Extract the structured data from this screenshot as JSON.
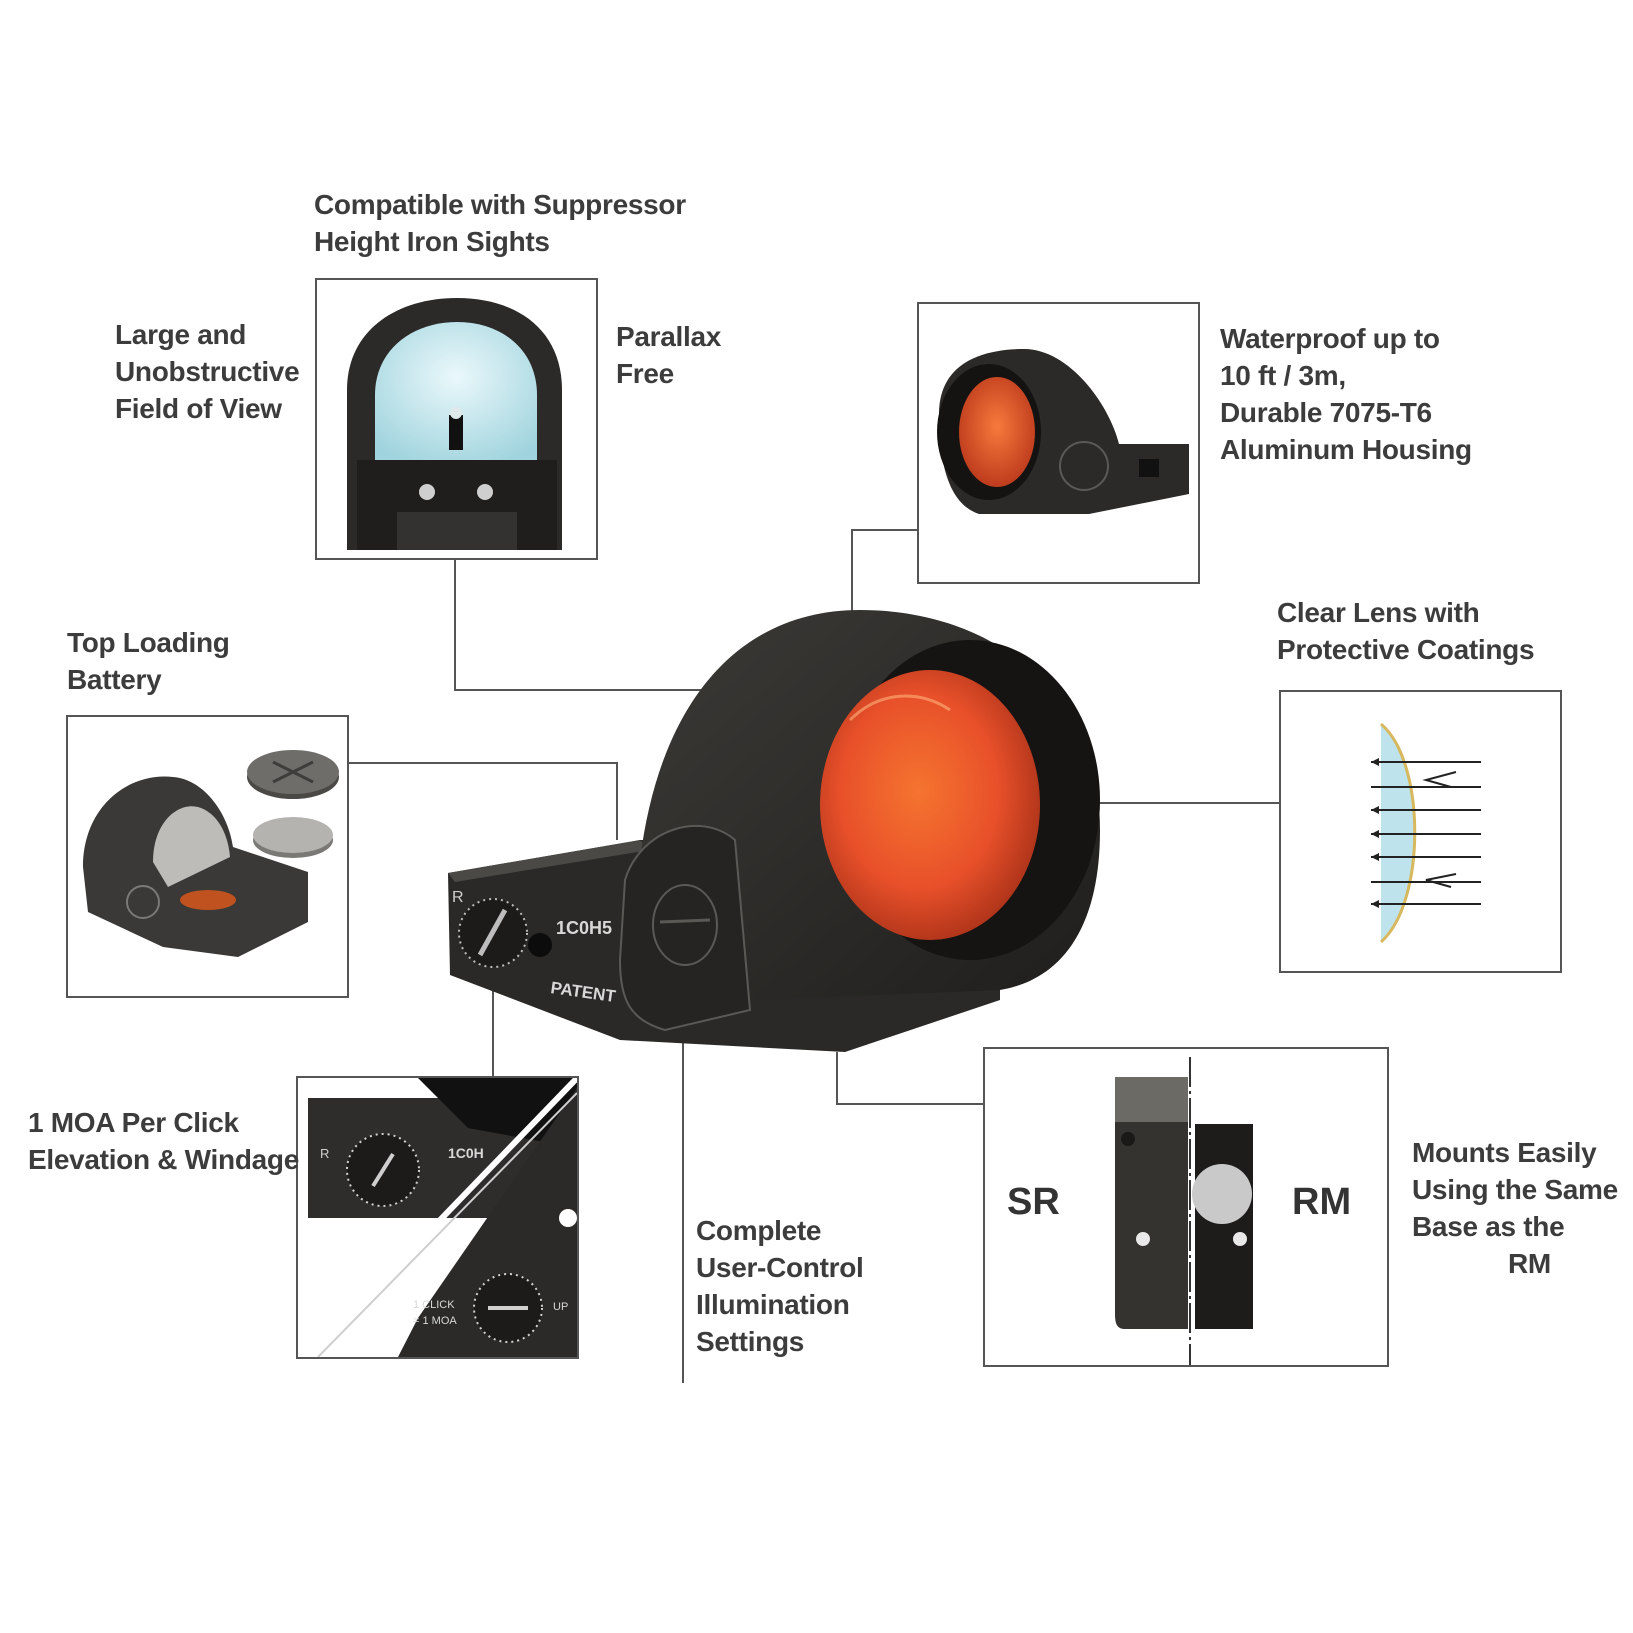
{
  "callouts": {
    "suppressor": [
      "Compatible with Suppressor",
      "Height Iron Sights"
    ],
    "field_of_view": [
      "Large and",
      "Unobstructive",
      "Field of View"
    ],
    "parallax": [
      "Parallax",
      "Free"
    ],
    "waterproof": [
      "Waterproof up to",
      "10 ft / 3m,",
      "Durable 7075-T6",
      "Aluminum Housing"
    ],
    "clear_lens": [
      "Clear Lens with",
      "Protective Coatings"
    ],
    "battery": [
      "Top Loading",
      "Battery"
    ],
    "moa": [
      "1 MOA Per Click",
      "Elevation & Windage"
    ],
    "illumination": [
      "Complete",
      "User-Control",
      "Illumination",
      "Settings"
    ],
    "mounts": [
      "Mounts Easily",
      "Using the Same",
      "Base as the",
      "RM"
    ]
  },
  "product_markings": {
    "serial": "1C0H5",
    "patent": "PATENT",
    "dial_letter": "R",
    "click_text": [
      "1 CLICK",
      "= 1 MOA"
    ],
    "up_text": "UP",
    "serial_short": "1C0H"
  },
  "mount_compare": {
    "left": "SR",
    "right": "RM"
  },
  "colors": {
    "housing": "#2b2a28",
    "lens_red": "#e8502a",
    "lens_blue": "#bfe6ee",
    "border": "#555555",
    "text": "#3c3c3c"
  }
}
